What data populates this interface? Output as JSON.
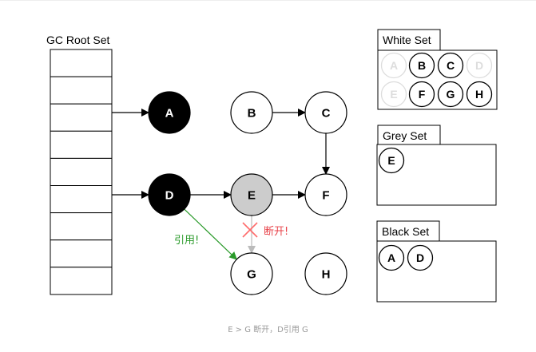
{
  "gc_root_set": {
    "label": "GC Root Set",
    "slot_count": 9
  },
  "nodes": {
    "A": {
      "label": "A",
      "state": "black"
    },
    "B": {
      "label": "B",
      "state": "white"
    },
    "C": {
      "label": "C",
      "state": "white"
    },
    "D": {
      "label": "D",
      "state": "black"
    },
    "E": {
      "label": "E",
      "state": "grey"
    },
    "F": {
      "label": "F",
      "state": "white"
    },
    "G": {
      "label": "G",
      "state": "white"
    },
    "H": {
      "label": "H",
      "state": "white"
    }
  },
  "edges": [
    {
      "from": "root",
      "to": "A",
      "type": "normal"
    },
    {
      "from": "root",
      "to": "D",
      "type": "normal"
    },
    {
      "from": "B",
      "to": "C",
      "type": "normal"
    },
    {
      "from": "C",
      "to": "F",
      "type": "normal"
    },
    {
      "from": "D",
      "to": "E",
      "type": "normal"
    },
    {
      "from": "E",
      "to": "F",
      "type": "normal"
    },
    {
      "from": "E",
      "to": "G",
      "type": "broken",
      "label": "断开!",
      "label_color": "#e8434a"
    },
    {
      "from": "D",
      "to": "G",
      "type": "new-reference",
      "label": "引用!",
      "label_color": "#2a9a2a"
    }
  ],
  "sets": {
    "white": {
      "title": "White Set",
      "row1": [
        {
          "label": "A",
          "faded": true
        },
        {
          "label": "B"
        },
        {
          "label": "C"
        },
        {
          "label": "D",
          "faded": true
        }
      ],
      "row2": [
        {
          "label": "E",
          "faded": true
        },
        {
          "label": "F"
        },
        {
          "label": "G"
        },
        {
          "label": "H"
        }
      ]
    },
    "grey": {
      "title": "Grey Set",
      "items": [
        {
          "label": "E"
        }
      ]
    },
    "black": {
      "title": "Black Set",
      "items": [
        {
          "label": "A"
        },
        {
          "label": "D"
        }
      ]
    }
  },
  "colors": {
    "black_node": "#000000",
    "grey_node": "#cccccc",
    "white_node": "#ffffff",
    "stroke": "#000000",
    "faded": "#dddddd",
    "broken": "#bbbbbb",
    "cross": "#ff6b6b",
    "new_reference": "#2a9a2a"
  },
  "caption": "E > G 断开，D引用 G"
}
